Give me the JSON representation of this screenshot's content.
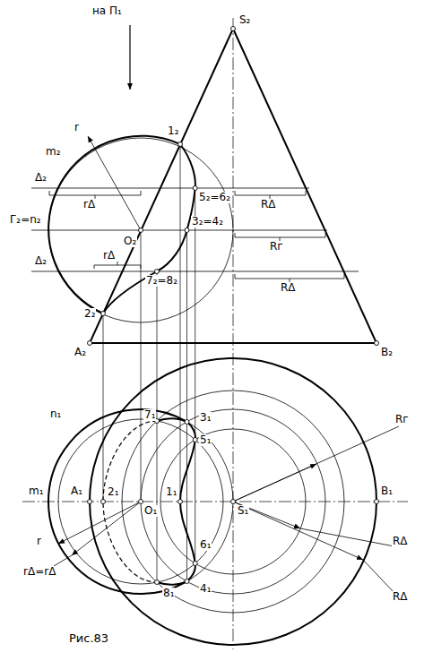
{
  "diagram": {
    "caption": "Рис.83",
    "labels": [
      "на П₁",
      "S₂",
      "r",
      "m₂",
      "1₂",
      "Δ₂",
      "rΔ",
      "5₂=6₂",
      "RΔ",
      "Г₂=n₂",
      "O₂",
      "3₂=4₂",
      "Rг",
      "Δ₂",
      "rΔ",
      "7₂=8₂",
      "RΔ",
      "2₂",
      "A₂",
      "B₂",
      "n₁",
      "7₁",
      "3₁",
      "5₁",
      "Rг",
      "m₁",
      "A₁",
      "2₁",
      "O₁",
      "1₁",
      "S₁",
      "B₁",
      "RΔ",
      "r",
      "6₁",
      "rΔ=rΔ",
      "8₁",
      "4₁",
      "RΔ"
    ]
  }
}
